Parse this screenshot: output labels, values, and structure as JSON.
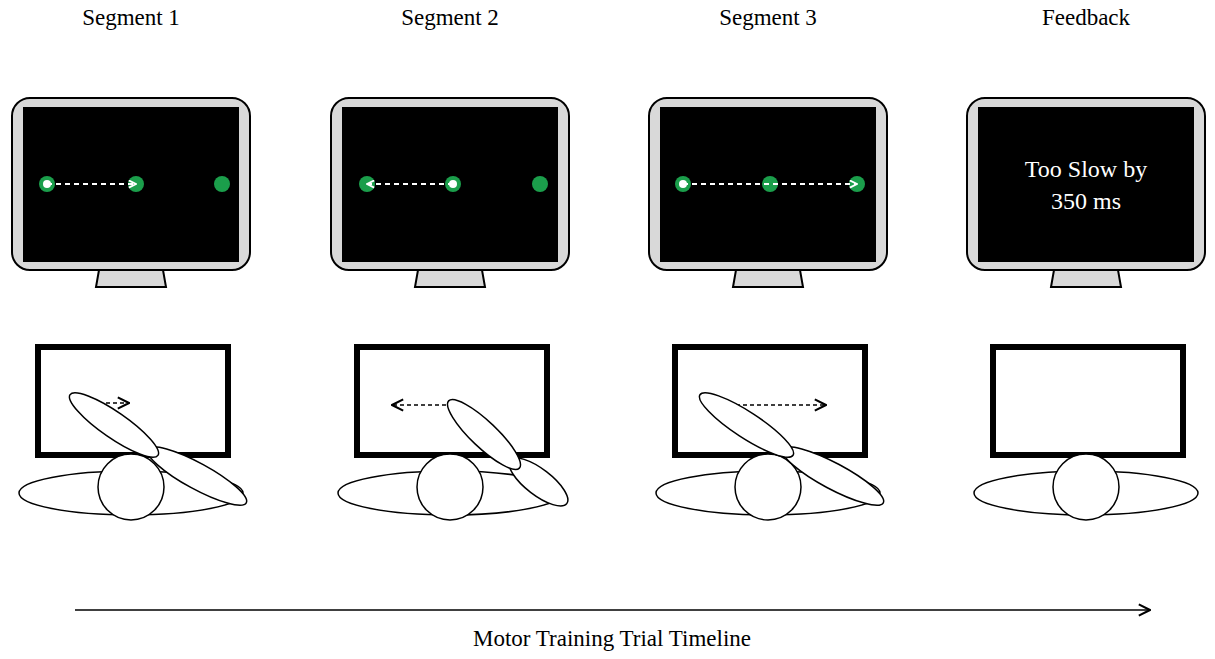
{
  "diagram": {
    "nodes": [
      {
        "text": [
          "Segment 1"
        ]
      },
      {
        "text": [
          "Segment 2"
        ]
      },
      {
        "text": [
          "Segment 3"
        ]
      },
      {
        "text": [
          "Feedback",
          "Too Slow by 350 ms"
        ]
      }
    ],
    "labels": [
      "Motor Training Trial Timeline"
    ]
  }
}
